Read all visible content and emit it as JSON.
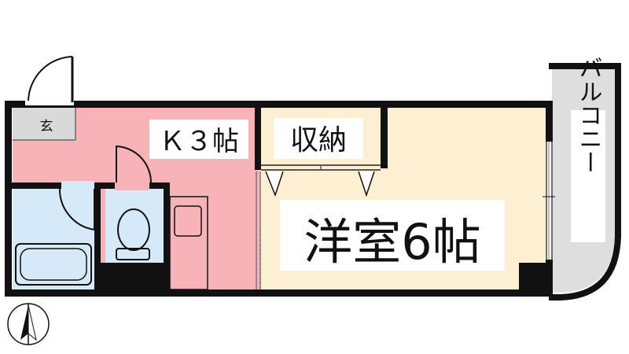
{
  "rooms": {
    "entrance": {
      "label": "玄"
    },
    "kitchen": {
      "label": "Ｋ３帖"
    },
    "storage": {
      "label": "収納"
    },
    "western_room": {
      "label": "洋室6帖"
    },
    "balcony": {
      "label": "バルコニー"
    }
  },
  "compass": {
    "direction": "north"
  },
  "colors": {
    "kitchen": "#f7b3b8",
    "western_room": "#fdf0d2",
    "bath": "#d6e9f8",
    "entrance": "#d9d9d9",
    "balcony": "#dedede",
    "wall": "#111111"
  }
}
